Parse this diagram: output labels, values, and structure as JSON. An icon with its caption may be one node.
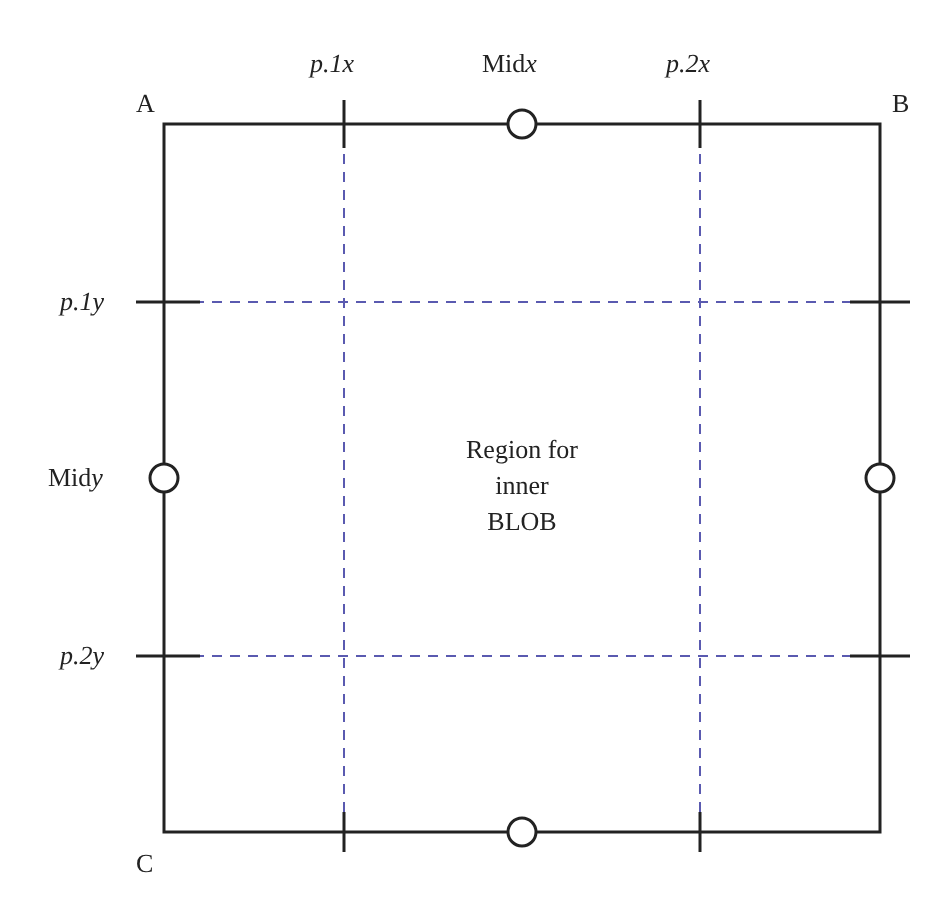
{
  "diagram": {
    "labels": [
      "A",
      "p.1x",
      "Midx",
      "p.2x",
      "B",
      "p.1y",
      "Midy",
      "Region for inner BLOB",
      "p.2y",
      "C"
    ]
  }
}
